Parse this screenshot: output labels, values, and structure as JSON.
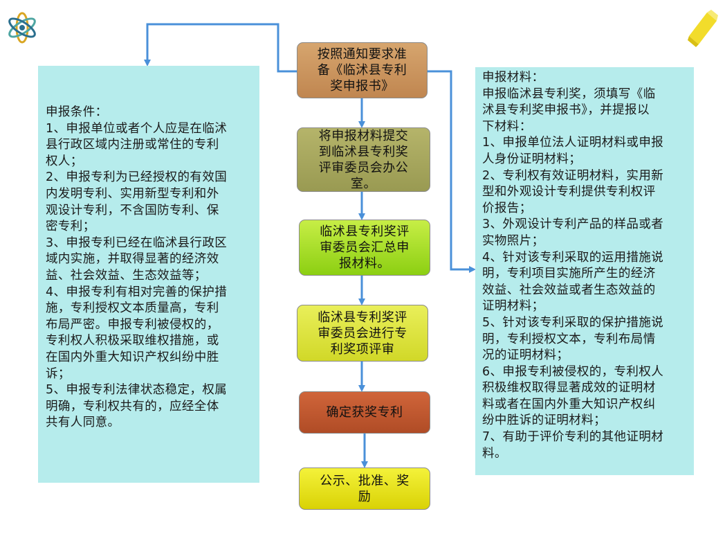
{
  "left_panel": {
    "lines": [
      "申报条件：",
      "1、申报单位或者个人应是在临沭",
      "县行政区域内注册或常住的专利",
      "权人；",
      "2、申报专利为已经授权的有效国",
      "内发明专利、实用新型专利和外",
      "观设计专利，不含国防专利、保",
      "密专利；",
      "3、申报专利已经在临沭县行政区",
      "域内实施，并取得显著的经济效",
      "益、社会效益、生态效益等；",
      "4、申报专利有相对完善的保护措",
      "施，专利授权文本质量高，专利",
      "布局严密。申报专利被侵权的，",
      "专利权人积极采取维权措施，或",
      "在国内外重大知识产权纠纷中胜",
      "诉；",
      "5、申报专利法律状态稳定，权属",
      "明确，专利权共有的，应经全体",
      "共有人同意。"
    ]
  },
  "right_panel": {
    "lines": [
      "申报材料：",
      "申报临沭县专利奖，须填写《临",
      "沭县专利奖申报书》，并提报以",
      "下材料：",
      "1、申报单位法人证明材料或申报",
      "人身份证明材料；",
      "2、专利权有效证明材料，实用新",
      "型和外观设计专利提供专利权评",
      "价报告；",
      "3、外观设计专利产品的样品或者",
      "实物照片；",
      "4、针对该专利采取的运用措施说",
      "明，专利项目实施所产生的经济",
      "效益、社会效益或者生态效益的",
      "证明材料；",
      "5、针对该专利采取的保护措施说",
      "明，专利授权文本，专利布局情",
      "况的证明材料；",
      "6、申报专利被侵权的，专利权人",
      "积极维权取得显著成效的证明材",
      "料或者在国内外重大知识产权纠",
      "纷中胜诉的证明材料；",
      "7、有助于评价专利的其他证明材",
      "料。"
    ]
  },
  "flow": {
    "steps": [
      {
        "lines": [
          "按照通知要求准",
          "备《临沭县专利",
          "奖申报书》"
        ]
      },
      {
        "lines": [
          "将申报材料提交",
          "到临沭县专利奖",
          "评审委员会办公",
          "室。"
        ]
      },
      {
        "lines": [
          "临沭县专利奖评",
          "审委员会汇总申",
          "报材料。"
        ]
      },
      {
        "lines": [
          "临沭县专利奖评",
          "审委员会进行专",
          "利奖项评审"
        ]
      },
      {
        "lines": [
          "确定获奖专利"
        ]
      },
      {
        "lines": [
          "公示、批准、奖",
          "励"
        ]
      }
    ]
  },
  "colors": {
    "panel_bg": "#b6ecec",
    "connector": "#4a90d9",
    "step_1": "#c89460",
    "step_2": "#a8a75e",
    "step_3": "#a8e02a",
    "step_4": "#dde23a",
    "step_5": "#bf5830",
    "step_6": "#ebe31f"
  }
}
